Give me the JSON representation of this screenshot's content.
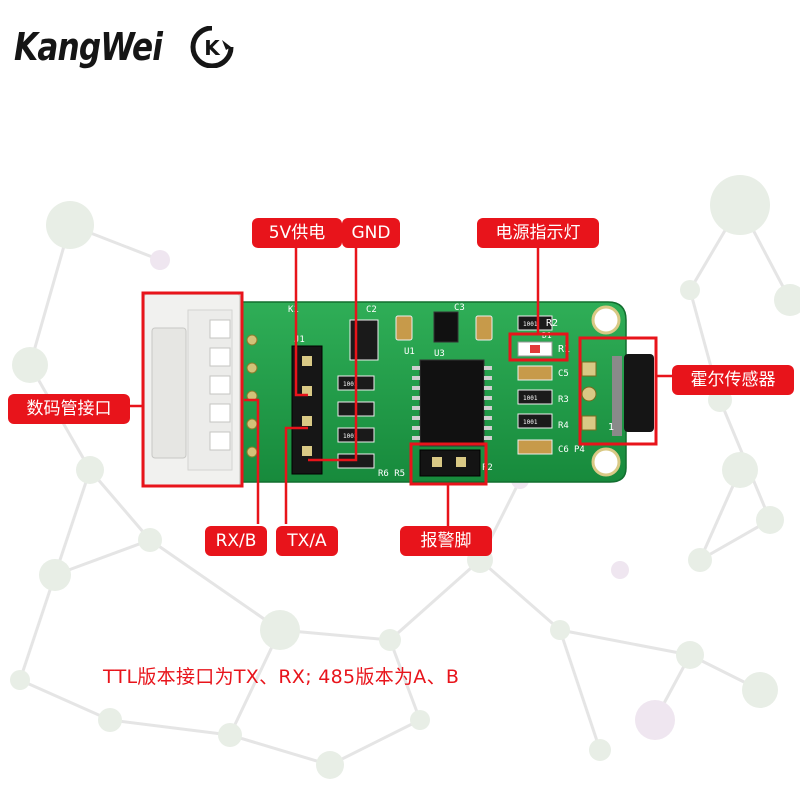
{
  "brand": {
    "name": "KangWei",
    "mark_text": "K",
    "color": "#151515"
  },
  "labels": {
    "power_5v": "5V供电",
    "gnd": "GND",
    "power_led": "电源指示灯",
    "display_port": "数码管接口",
    "hall_sensor": "霍尔传感器",
    "rx_b": "RX/B",
    "tx_a": "TX/A",
    "alarm_pin": "报警脚"
  },
  "caption": "TTL版本接口为TX、RX; 485版本为A、B",
  "pcb_marks": {
    "r_top": "R2",
    "r_mid": "R1",
    "d1": "D1",
    "c5": "C5",
    "c6": "C6",
    "c2": "C2",
    "c3": "C3",
    "u3": "U3",
    "u1": "U1",
    "r3": "R3",
    "r4": "R4",
    "p2": "P2",
    "p4": "P4",
    "k1": "K1",
    "j1": "J1",
    "res_a": "1001",
    "res_b": "1001",
    "res_c": "1001",
    "res_d": "1001",
    "res_e": "1001",
    "r6r5": "R6 R5",
    "hall_1": "1"
  },
  "colors": {
    "accent_red": "#e8141b",
    "pcb_green": "#1e9a48",
    "connector_white": "#f1f1ef"
  }
}
